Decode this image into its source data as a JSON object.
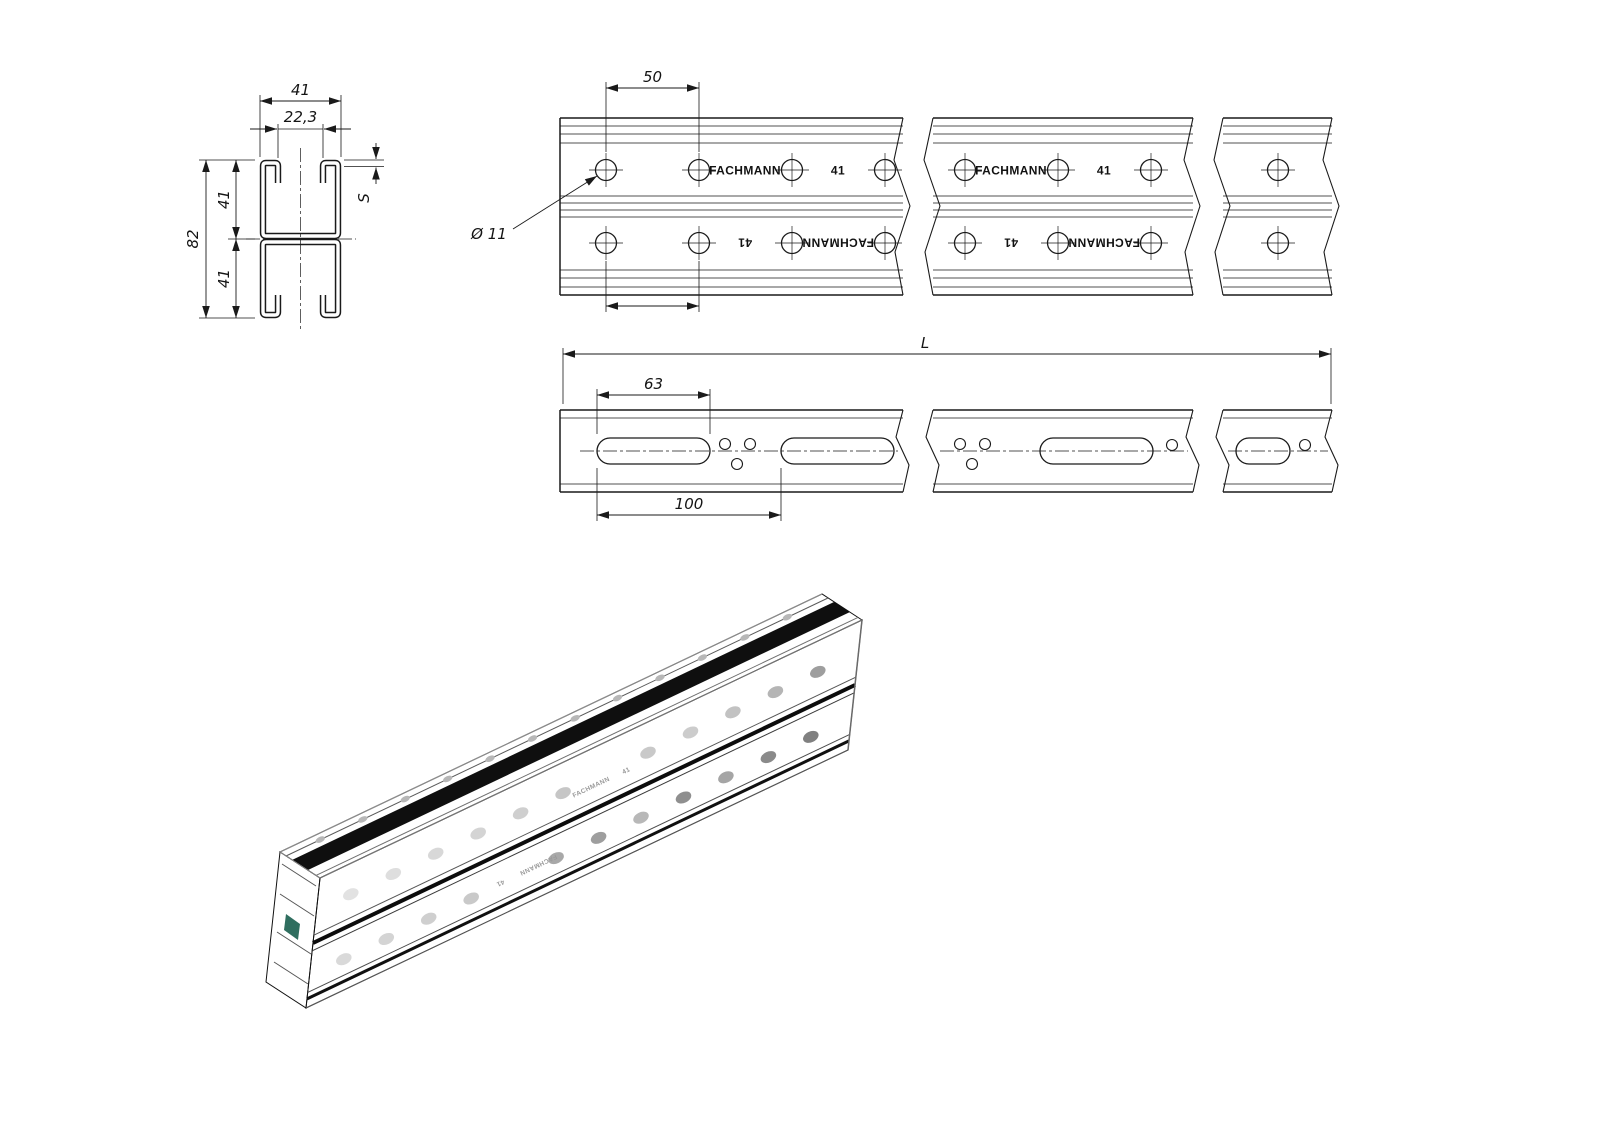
{
  "cross_section": {
    "dim_width": "41",
    "dim_opening": "22,3",
    "dim_height": "82",
    "dim_half_upper": "41",
    "dim_half_lower": "41",
    "dim_thickness": "S"
  },
  "front_view": {
    "dim_hole_pitch": "50",
    "hole_callout": "Ø 11",
    "brand": "FACHMANN",
    "size_mark": "41"
  },
  "slot_view": {
    "dim_total_length": "L",
    "dim_slot_length": "63",
    "dim_slot_pitch": "100"
  },
  "iso_view": {
    "brand": "FACHMANN",
    "size_mark": "41"
  },
  "colors": {
    "line": "#1a1a1a",
    "background": "#ffffff",
    "channel_side": "#282828",
    "channel_top": "#3c3c3c",
    "channel_end": "#161616",
    "interior_accent": "#2f6e5f"
  }
}
